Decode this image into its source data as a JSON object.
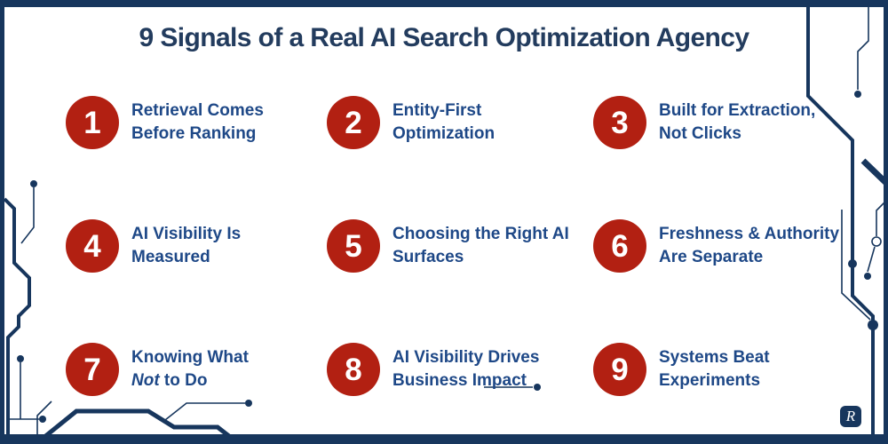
{
  "title": "9 Signals of a Real AI Search Optimization Agency",
  "items": [
    {
      "number": "1",
      "line1": "Retrieval Comes",
      "line2_em": "",
      "line2_rest": "Before Ranking"
    },
    {
      "number": "2",
      "line1": "Entity-First",
      "line2_em": "",
      "line2_rest": "Optimization"
    },
    {
      "number": "3",
      "line1": "Built for Extraction,",
      "line2_em": "",
      "line2_rest": "Not Clicks"
    },
    {
      "number": "4",
      "line1": "AI Visibility Is",
      "line2_em": "",
      "line2_rest": "Measured"
    },
    {
      "number": "5",
      "line1": "Choosing the Right AI",
      "line2_em": "",
      "line2_rest": "Surfaces"
    },
    {
      "number": "6",
      "line1": "Freshness & Authority",
      "line2_em": "",
      "line2_rest": "Are Separate"
    },
    {
      "number": "7",
      "line1": "Knowing What",
      "line2_em": "Not",
      "line2_rest": " to Do"
    },
    {
      "number": "8",
      "line1": "AI Visibility Drives",
      "line2_em": "",
      "line2_rest": "Business Impact"
    },
    {
      "number": "9",
      "line1": "Systems Beat",
      "line2_em": "",
      "line2_rest": "Experiments"
    }
  ],
  "logo": {
    "letter": "R"
  },
  "colors": {
    "navy": "#17365D",
    "title_navy": "#233C5E",
    "label_blue": "#1E4887",
    "badge_red": "#B22012",
    "white": "#FFFFFF"
  }
}
